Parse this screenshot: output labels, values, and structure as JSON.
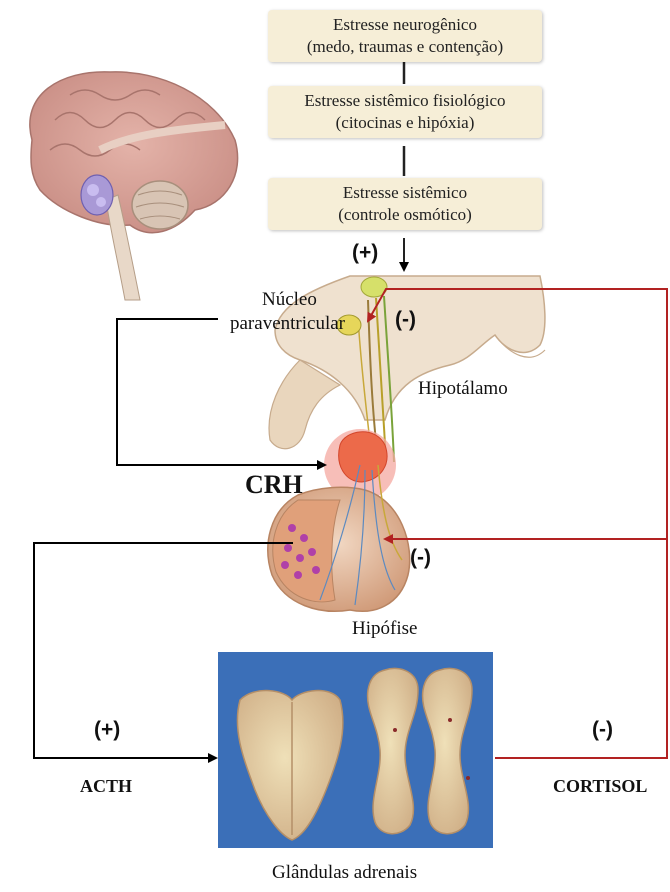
{
  "stress_boxes": [
    {
      "line1": "Estresse neurogênico",
      "line2": "(medo, traumas e contenção)"
    },
    {
      "line1": "Estresse sistêmico fisiológico",
      "line2": "(citocinas e hipóxia)"
    },
    {
      "line1": "Estresse sistêmico",
      "line2": "(controle osmótico)"
    }
  ],
  "signs": {
    "plus": "(+)",
    "minus": "(-)"
  },
  "labels": {
    "nucleo_line1": "Núcleo",
    "nucleo_line2": "paraventricular",
    "hipotalamo": "Hipotálamo",
    "crh": "CRH",
    "hipofise": "Hipófise",
    "acth": "ACTH",
    "cortisol": "CORTISOL",
    "glandulas": "Glândulas adrenais"
  },
  "colors": {
    "activation": "#000000",
    "inhibition": "#b22222",
    "photo_background": "#3b6fb8"
  }
}
